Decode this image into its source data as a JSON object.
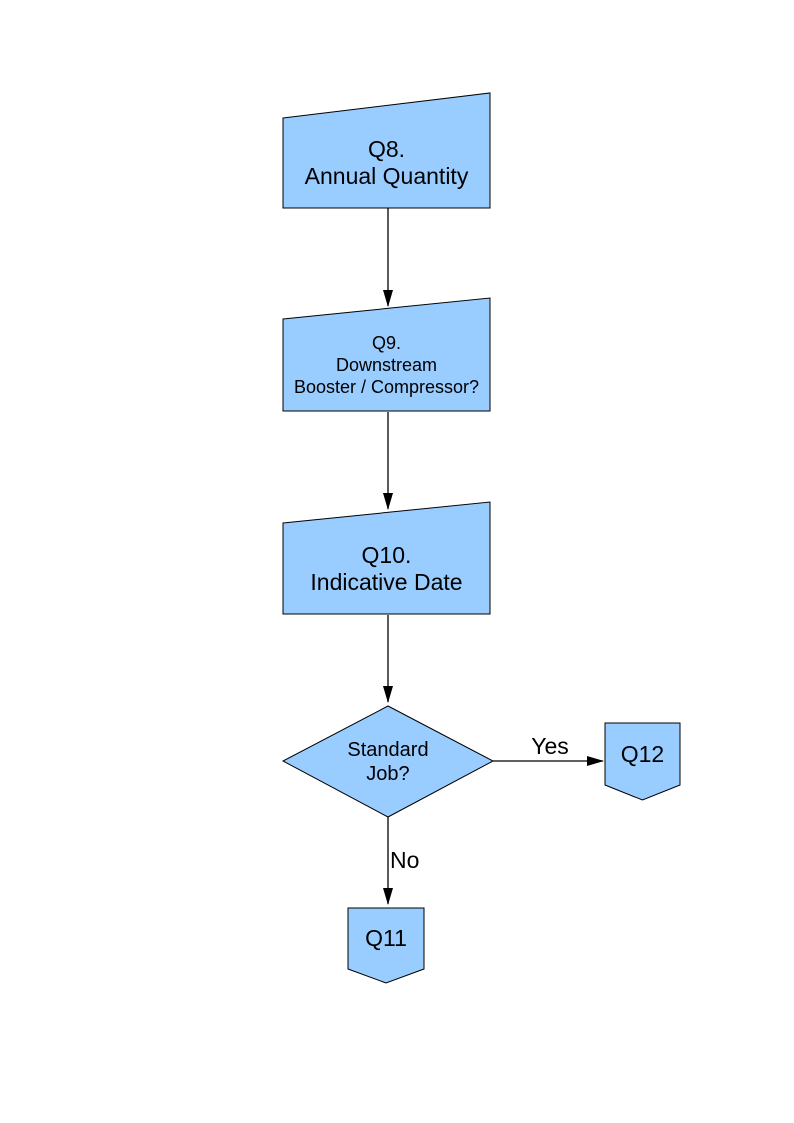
{
  "diagram": {
    "palette": {
      "shape_fill": "#99CCFF",
      "shape_border": "#000000",
      "arrow_color": "#000000",
      "text_color": "#000000",
      "page_background": "#FFFFFF"
    },
    "nodes": {
      "q8": {
        "shape": "manual-input-box",
        "label": "Q8.\nAnnual Quantity"
      },
      "q9": {
        "shape": "manual-input-box",
        "label": "Q9.\nDownstream\nBooster / Compressor?"
      },
      "q10": {
        "shape": "manual-input-box",
        "label": "Q10.\nIndicative Date"
      },
      "decision": {
        "shape": "decision-diamond",
        "label": "Standard\nJob?"
      },
      "q12": {
        "shape": "off-page-connector",
        "label": "Q12"
      },
      "q11": {
        "shape": "off-page-connector",
        "label": "Q11"
      }
    },
    "edges": {
      "decision_to_q12": {
        "label": "Yes"
      },
      "decision_to_q11": {
        "label": "No"
      }
    }
  }
}
